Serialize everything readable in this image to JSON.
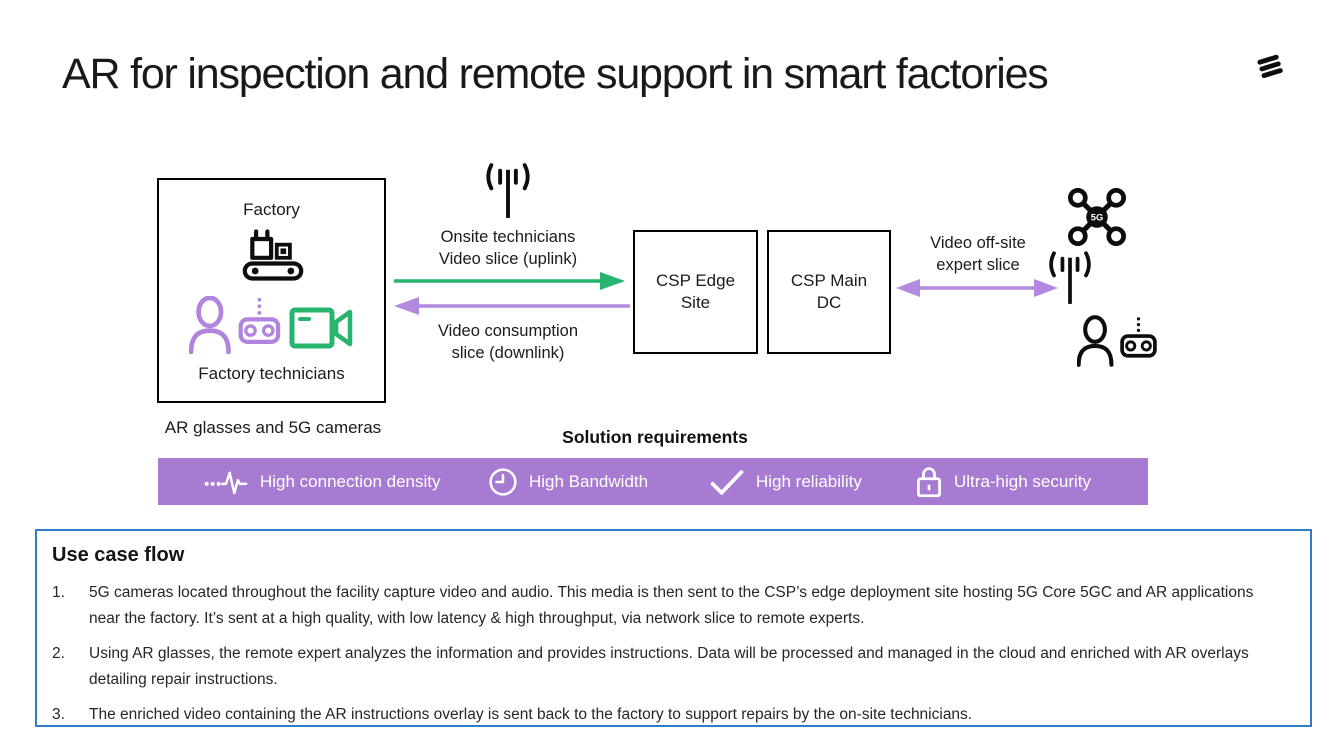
{
  "slide": {
    "title": "AR for inspection and remote support in smart factories",
    "logo": "ericsson-logo"
  },
  "diagram": {
    "factory_box": {
      "title": "Factory",
      "subtitle": "Factory technicians",
      "caption": "AR glasses and 5G cameras",
      "icons": [
        "conveyor-icon",
        "person-ar-glasses-icon",
        "video-camera-icon"
      ]
    },
    "uplink_label": {
      "line1": "Onsite technicians",
      "line2": "Video slice (uplink)"
    },
    "downlink_label": {
      "line1": "Video consumption",
      "line2": "slice (downlink)"
    },
    "edge_box": {
      "line1": "CSP Edge",
      "line2": "Site"
    },
    "main_box": {
      "line1": "CSP Main",
      "line2": "DC"
    },
    "expert_label": {
      "line1": "Video off-site",
      "line2": "expert slice"
    },
    "drone_label": "5G",
    "icons_right": [
      "drone-5g-icon",
      "antenna-icon",
      "person-ar-glasses-icon"
    ]
  },
  "requirements": {
    "heading": "Solution requirements",
    "items": [
      {
        "icon": "pulse-icon",
        "label": "High connection density"
      },
      {
        "icon": "clock-icon",
        "label": "High Bandwidth"
      },
      {
        "icon": "check-icon",
        "label": "High reliability"
      },
      {
        "icon": "lock-icon",
        "label": "Ultra-high security"
      }
    ]
  },
  "use_case_flow": {
    "heading": "Use case flow",
    "steps": [
      {
        "number": "1.",
        "text": "5G cameras located throughout the facility capture video and audio. This media is then sent to the CSP’s edge deployment site hosting 5G Core 5GC and AR applications near the factory. It’s sent at a high quality, with low latency & high throughput, via network slice to remote experts."
      },
      {
        "number": "2.",
        "text": "Using AR glasses, the remote expert analyzes the information and provides instructions. Data will be processed and managed in the cloud and enriched with AR overlays detailing repair instructions."
      },
      {
        "number": "3.",
        "text": "The enriched video containing the AR instructions overlay is sent back to the factory to support repairs by the on-site technicians."
      }
    ]
  },
  "colors": {
    "accent_green": "#27b46e",
    "accent_purple_banner": "#a87bd3",
    "arrow_purple": "#b28ae0",
    "icon_purple": "#b184dd",
    "flow_border_blue": "#2f7dc8"
  }
}
